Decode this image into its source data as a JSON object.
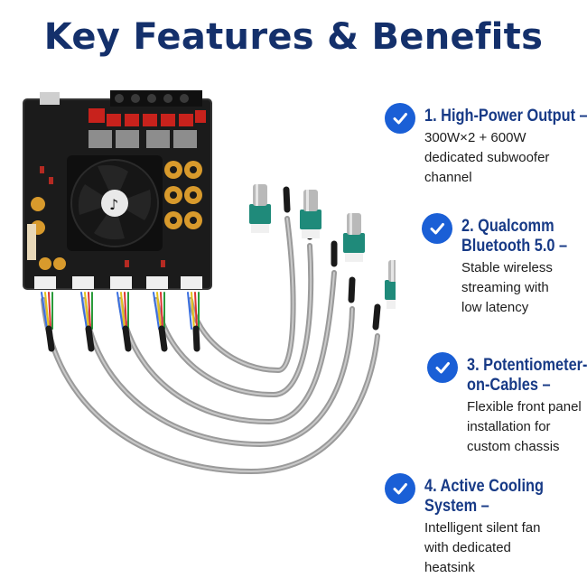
{
  "title": "Key Features & Benefits",
  "features": [
    {
      "head": "1. High-Power Output –",
      "desc": "300W×2 + 600W\ndedicated subwoofer\nchannel"
    },
    {
      "head": "2. Qualcomm\nBluetooth 5.0 –",
      "desc": "Stable wireless\nstreaming with\nlow latency"
    },
    {
      "head": "3. Potentiometer-\non-Cables –",
      "desc": "Flexible front panel\ninstallation for\ncustom chassis"
    },
    {
      "head": "4.  Active Cooling\nSystem –",
      "desc": "Intelligent silent fan\nwith dedicated\nheatsink"
    }
  ],
  "colors": {
    "title": "#14306b",
    "accent": "#1a5fd6",
    "heading": "#173a86"
  },
  "icons": [
    "checkmark-circle-icon",
    "fan-icon",
    "music-note-icon"
  ]
}
